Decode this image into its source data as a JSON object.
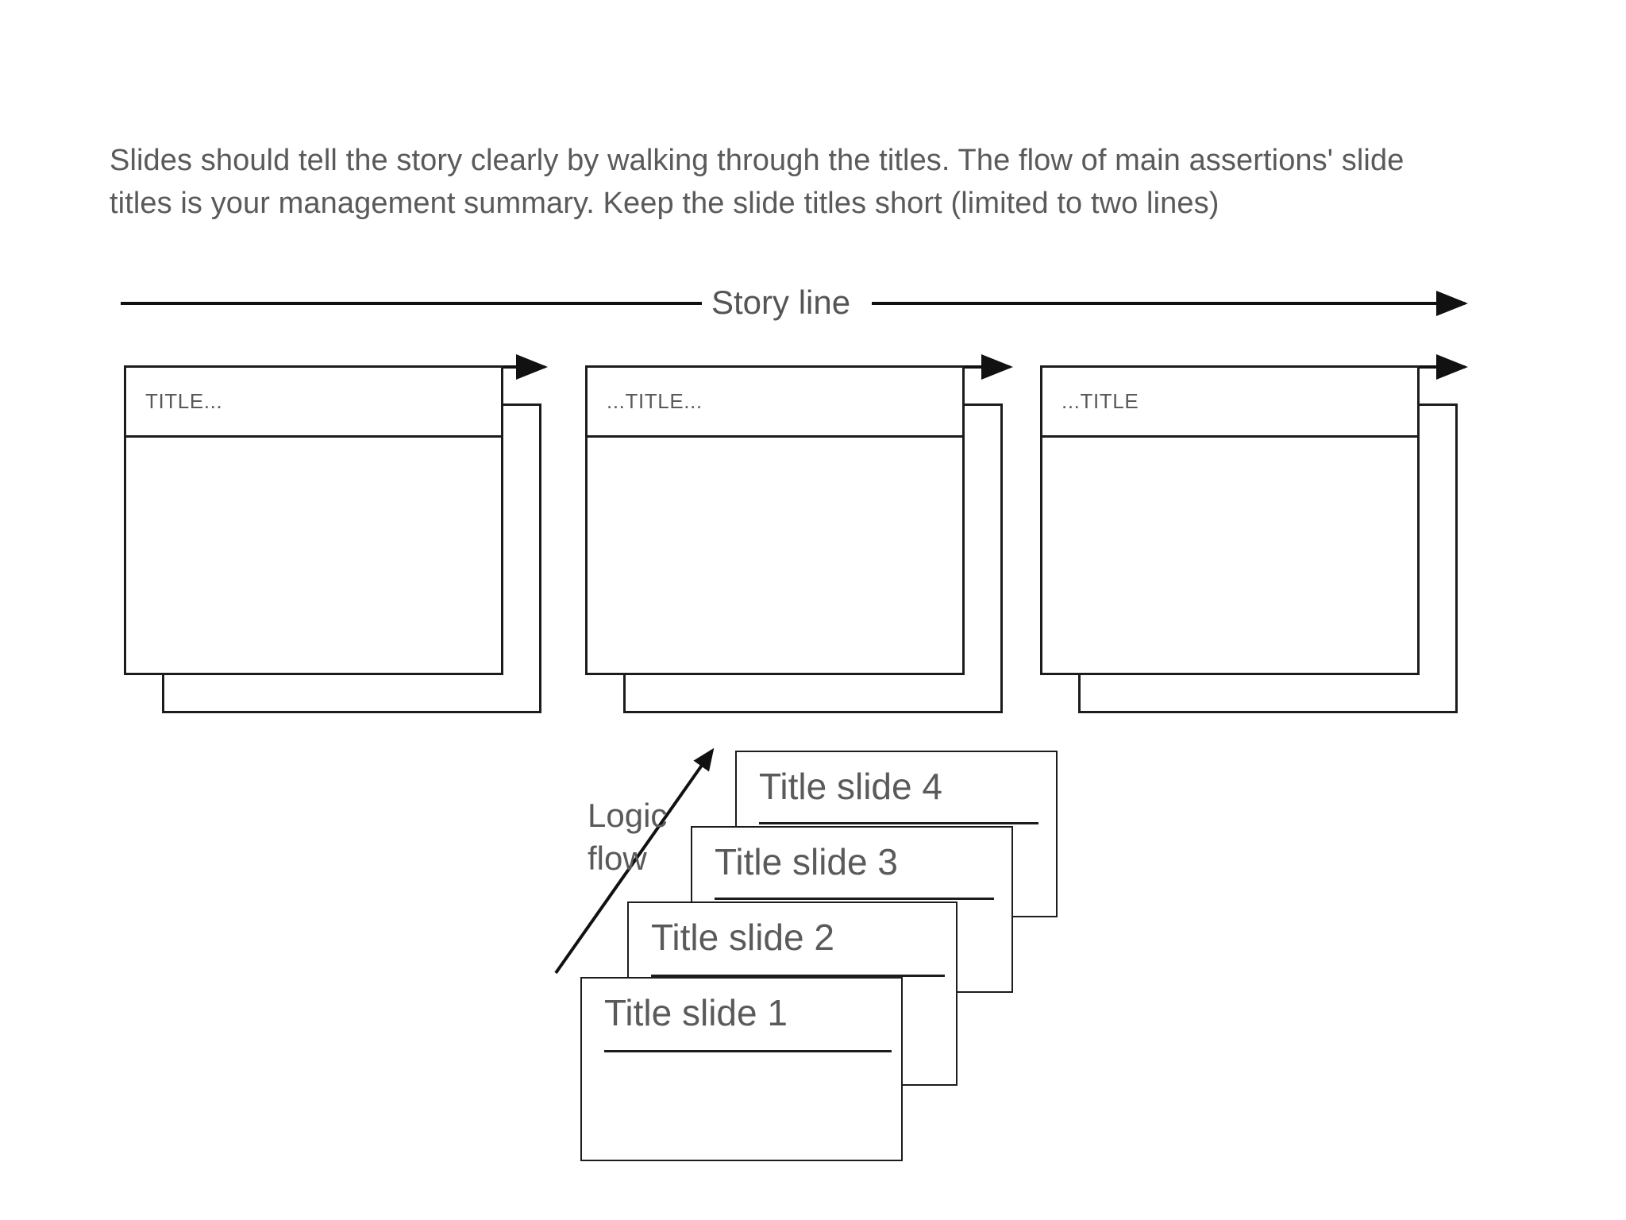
{
  "intro": {
    "text": "Slides should tell the story clearly by walking through the titles. The flow of main assertions' slide\ntitles is your management summary. Keep the slide titles short (limited to two lines)"
  },
  "storyline": {
    "label": "Story line",
    "arrow_direction": "right",
    "slides": [
      {
        "title": "TITLE..."
      },
      {
        "title": "...TITLE..."
      },
      {
        "title": "...TITLE"
      }
    ]
  },
  "logicflow": {
    "label": "Logic\nflow",
    "arrow_direction": "up-right",
    "stack": [
      {
        "title": "Title slide 1"
      },
      {
        "title": "Title slide 2"
      },
      {
        "title": "Title slide 3"
      },
      {
        "title": "Title slide 4"
      }
    ]
  },
  "colors": {
    "text_gray": "#5a5a5a",
    "line_black": "#1c1c1c",
    "background": "#ffffff"
  }
}
